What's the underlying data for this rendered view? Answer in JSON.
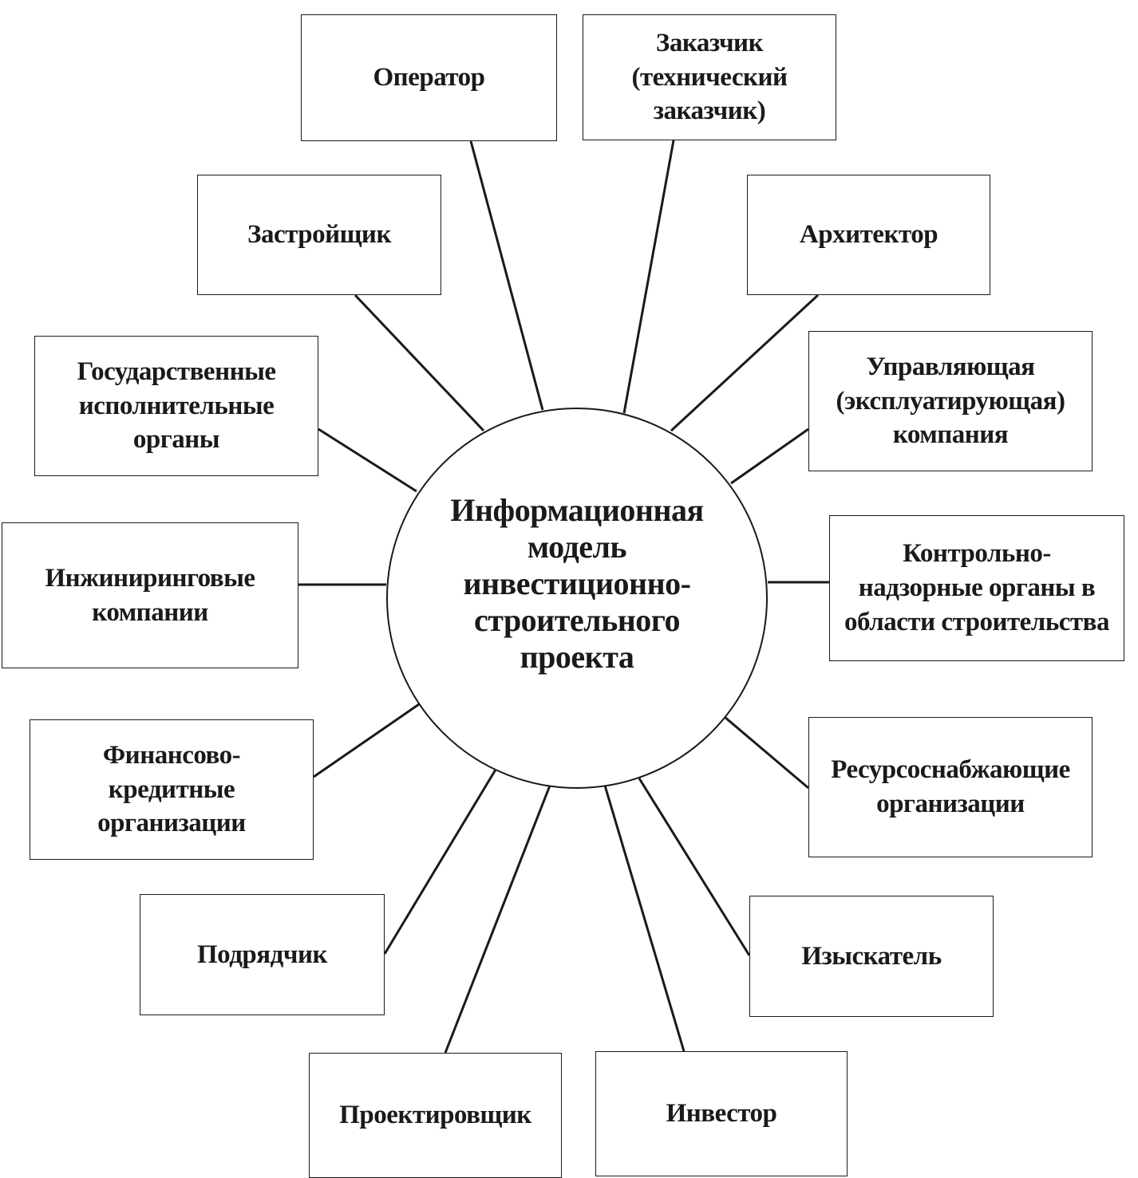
{
  "diagram": {
    "center": {
      "label": "Информационная\nмодель\nинвестиционно-\nстроительного\nпроекта"
    },
    "nodes": [
      {
        "id": "operator",
        "label": "Оператор"
      },
      {
        "id": "customer",
        "label": "Заказчик\n(технический\nзаказчик)"
      },
      {
        "id": "developer",
        "label": "Застройщик"
      },
      {
        "id": "architect",
        "label": "Архитектор"
      },
      {
        "id": "gov",
        "label": "Государственные\nисполнительные\nорганы"
      },
      {
        "id": "management",
        "label": "Управляющая\n(эксплуатирующая)\nкомпания"
      },
      {
        "id": "engineering",
        "label": "Инжиниринговые\nкомпании"
      },
      {
        "id": "supervision",
        "label": "Контрольно-\nнадзорные органы в\nобласти строительства"
      },
      {
        "id": "finance",
        "label": "Финансово-\nкредитные\nорганизации"
      },
      {
        "id": "resources",
        "label": "Ресурсоснабжающие\nорганизации"
      },
      {
        "id": "contractor",
        "label": "Подрядчик"
      },
      {
        "id": "surveyor",
        "label": "Изыскатель"
      },
      {
        "id": "designer",
        "label": "Проектировщик"
      },
      {
        "id": "investor",
        "label": "Инвестор"
      }
    ]
  }
}
